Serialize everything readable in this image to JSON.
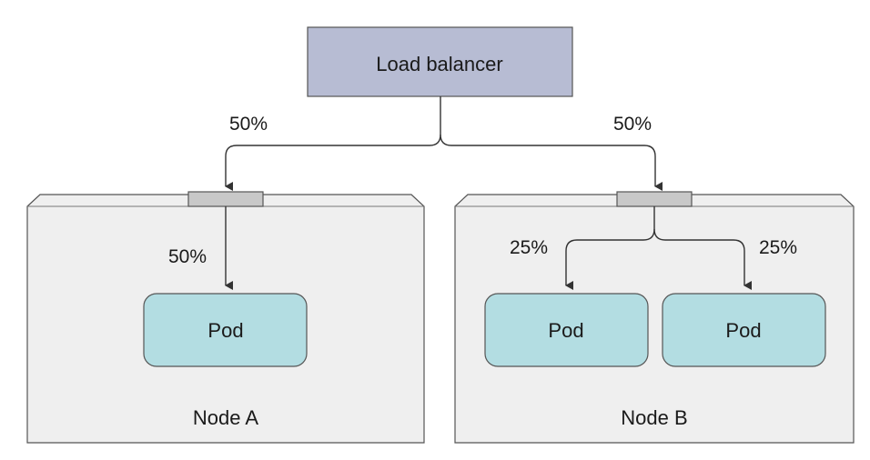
{
  "load_balancer": {
    "label": "Load balancer",
    "fill": "#b7bcd3"
  },
  "splits": {
    "lb_to_node_a": "50%",
    "lb_to_node_b": "50%",
    "node_a_to_pod": "50%",
    "node_b_to_pod_1": "25%",
    "node_b_to_pod_2": "25%"
  },
  "node_a": {
    "label": "Node A",
    "pods": [
      "Pod"
    ]
  },
  "node_b": {
    "label": "Node B",
    "pods": [
      "Pod",
      "Pod"
    ]
  },
  "colors": {
    "node_fill": "#efefef",
    "node_stroke": "#555555",
    "pod_fill": "#b3dde2",
    "port_fill": "#c8c8c8",
    "arrow": "#333333"
  }
}
